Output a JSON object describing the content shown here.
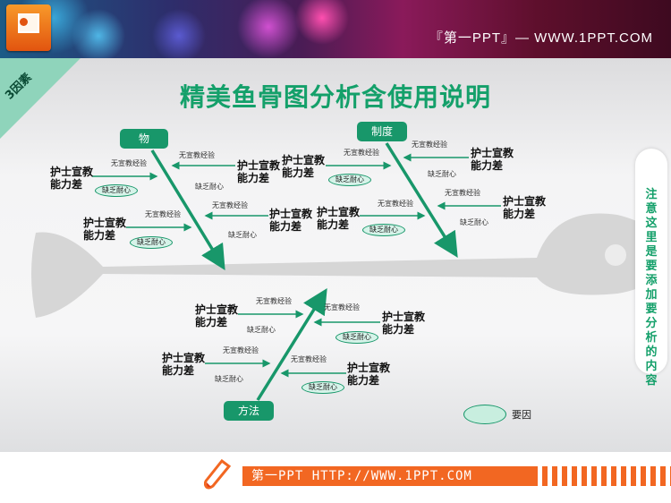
{
  "header": {
    "brand_text": "『第一PPT』— WWW.1PPT.COM",
    "app_icon": "powerpoint-icon"
  },
  "corner_tag": "3因素",
  "title": "精美鱼骨图分析含使用说明",
  "categories": {
    "top_left": "物",
    "top_right": "制度",
    "bottom": "方法"
  },
  "causes": {
    "main_label": "护士宣教能力差",
    "line1": "护士宣教",
    "line2": "能力差",
    "sub_cause_a": "无宣教经验",
    "sub_cause_b": "缺乏耐心"
  },
  "side_note": "注意这里是要添加要分析的内容",
  "legend": {
    "symbol": "oval",
    "label": "要因"
  },
  "footer": {
    "text": "第一PPT HTTP://WWW.1PPT.COM"
  },
  "colors": {
    "accent_green": "#18976a",
    "title_green": "#14a06a",
    "oval_fill": "#d6f3e9",
    "footer_orange": "#f26722",
    "fish_gray": "#d6d6d6"
  }
}
